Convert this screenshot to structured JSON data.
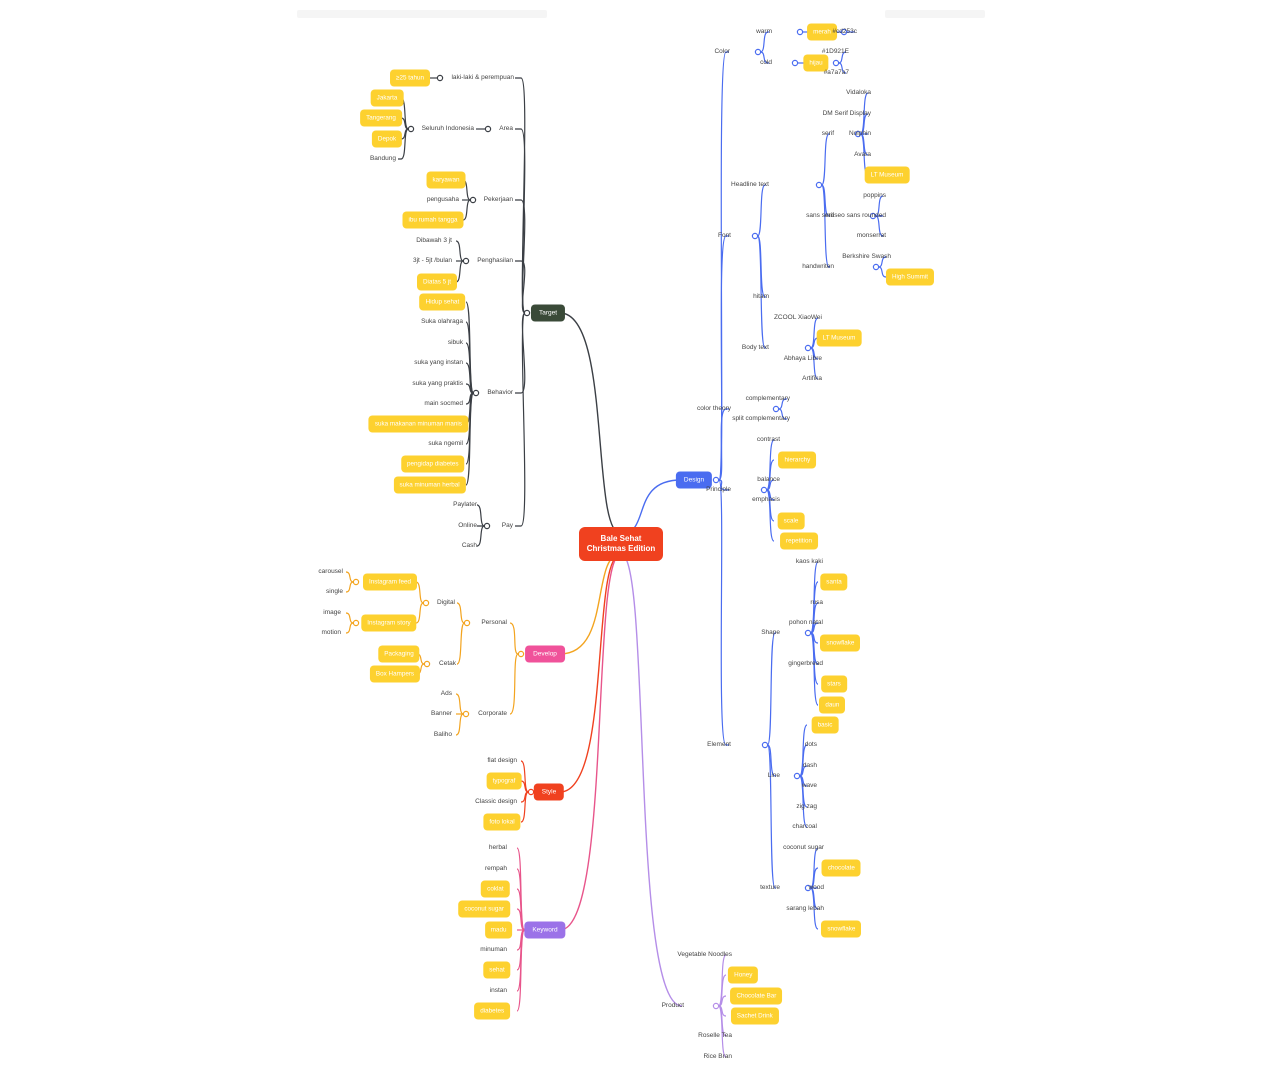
{
  "central": {
    "line1": "Bale Sehat",
    "line2": "Christmas Edition"
  },
  "branches": {
    "target": "Target",
    "develop": "Develop",
    "style": "Style",
    "keyword": "Keyword",
    "design": "Design",
    "product": "Product"
  },
  "target": {
    "gender": {
      "label": "laki-laki & perempuan",
      "age": "≥25 tahun"
    },
    "area": {
      "label": "Area",
      "sub": "Seluruh Indonesia",
      "cities": [
        "Jakarta",
        "Tangerang",
        "Depok",
        "Bandung"
      ]
    },
    "pekerjaan": {
      "label": "Pekerjaan",
      "items": [
        "karyawan",
        "pengusaha",
        "ibu rumah tangga"
      ]
    },
    "penghasilan": {
      "label": "Penghasilan",
      "items": [
        "Dibawah 3 jt",
        "3jt - 5jt /bulan",
        "Diatas 5 jt"
      ]
    },
    "behavior": {
      "label": "Behavior",
      "items": [
        "Hidup sehat",
        "Suka olahraga",
        "sibuk",
        "suka yang instan",
        "suka yang praktis",
        "main socmed",
        "suka makanan minuman manis",
        "suka ngemil",
        "pengidap diabetes",
        "suka minuman herbal"
      ]
    },
    "pay": {
      "label": "Pay",
      "items": [
        "Paylater",
        "Online",
        "Cash"
      ]
    }
  },
  "develop": {
    "personal": "Personal",
    "digital": "Digital",
    "feed": "Instagram feed",
    "feed_items": [
      "carousel",
      "single"
    ],
    "story": "Instagram story",
    "story_items": [
      "image",
      "motion"
    ],
    "cetak": "Cetak",
    "cetak_items": [
      "Packaging",
      "Box Hampers"
    ],
    "corporate": "Corporate",
    "corporate_items": [
      "Ads",
      "Banner",
      "Baliho"
    ]
  },
  "style": [
    "flat design",
    "typograf",
    "Classic design",
    "foto lokal"
  ],
  "keyword": [
    "herbal",
    "rempah",
    "coklat",
    "coconut sugar",
    "madu",
    "minuman",
    "sehat",
    "instan",
    "diabetes"
  ],
  "design": {
    "color": {
      "label": "Color",
      "warm": "warm",
      "merah": "merah",
      "warm_hex": "#cd253c",
      "cold": "cold",
      "hijau": "hijau",
      "cold_hex": [
        "#1D921E",
        "#a7a7a7"
      ]
    },
    "font": {
      "label": "Font",
      "headline": "Headline text",
      "serif": "serif",
      "serif_items": [
        "Vidaloka",
        "DM Serif Display",
        "Nolphin",
        "Avara",
        "LT Museum"
      ],
      "sans": "sans serif",
      "sans_items": [
        "poppins",
        "museo sans rounded",
        "monserrat"
      ],
      "hand": "handwriten",
      "hand_items": [
        "Berkshire Swash",
        "High Summit"
      ],
      "hitam": "hitam",
      "body": "Body text",
      "body_items": [
        "ZCOOL XiaoWei",
        "LT Museum",
        "Abhaya Libre",
        "Artifika"
      ]
    },
    "theory": {
      "label": "color theory",
      "items": [
        "complementary",
        "split complementary"
      ]
    },
    "principle": {
      "label": "Principle",
      "items": [
        "contrast",
        "hierarchy",
        "balance",
        "emphasis",
        "scale",
        "repetition"
      ]
    },
    "element": {
      "label": "Element",
      "shape": "Shape",
      "shape_items": [
        "kaos kaki",
        "santa",
        "rusa",
        "pohon natal",
        "snowflake",
        "gingerbread",
        "stars",
        "daun"
      ],
      "line": "Line",
      "line_items": [
        "basic",
        "dots",
        "dash",
        "wave",
        "zig zag",
        "charcoal"
      ],
      "texture": "texture",
      "texture_items": [
        "coconut sugar",
        "chocolate",
        "wood",
        "sarang lebah",
        "snowflake"
      ]
    }
  },
  "product": [
    "Vegetable Noodles",
    "Honey",
    "Chocolate Bar",
    "Sachet Drink",
    "Roselle Tea",
    "Rice Bran"
  ],
  "colors": {
    "central": "#f0411f",
    "target": "#3a4a38",
    "target_line": "#3b3f45",
    "develop": "#f0529a",
    "develop_line": "#f3a41f",
    "style": "#f0411f",
    "keyword": "#9b72e8",
    "keyword_line": "#e8558b",
    "design": "#4a6cf0",
    "design_line": "#4a6cf0",
    "product_line": "#b58ee8",
    "pill": "#fdd12f"
  }
}
